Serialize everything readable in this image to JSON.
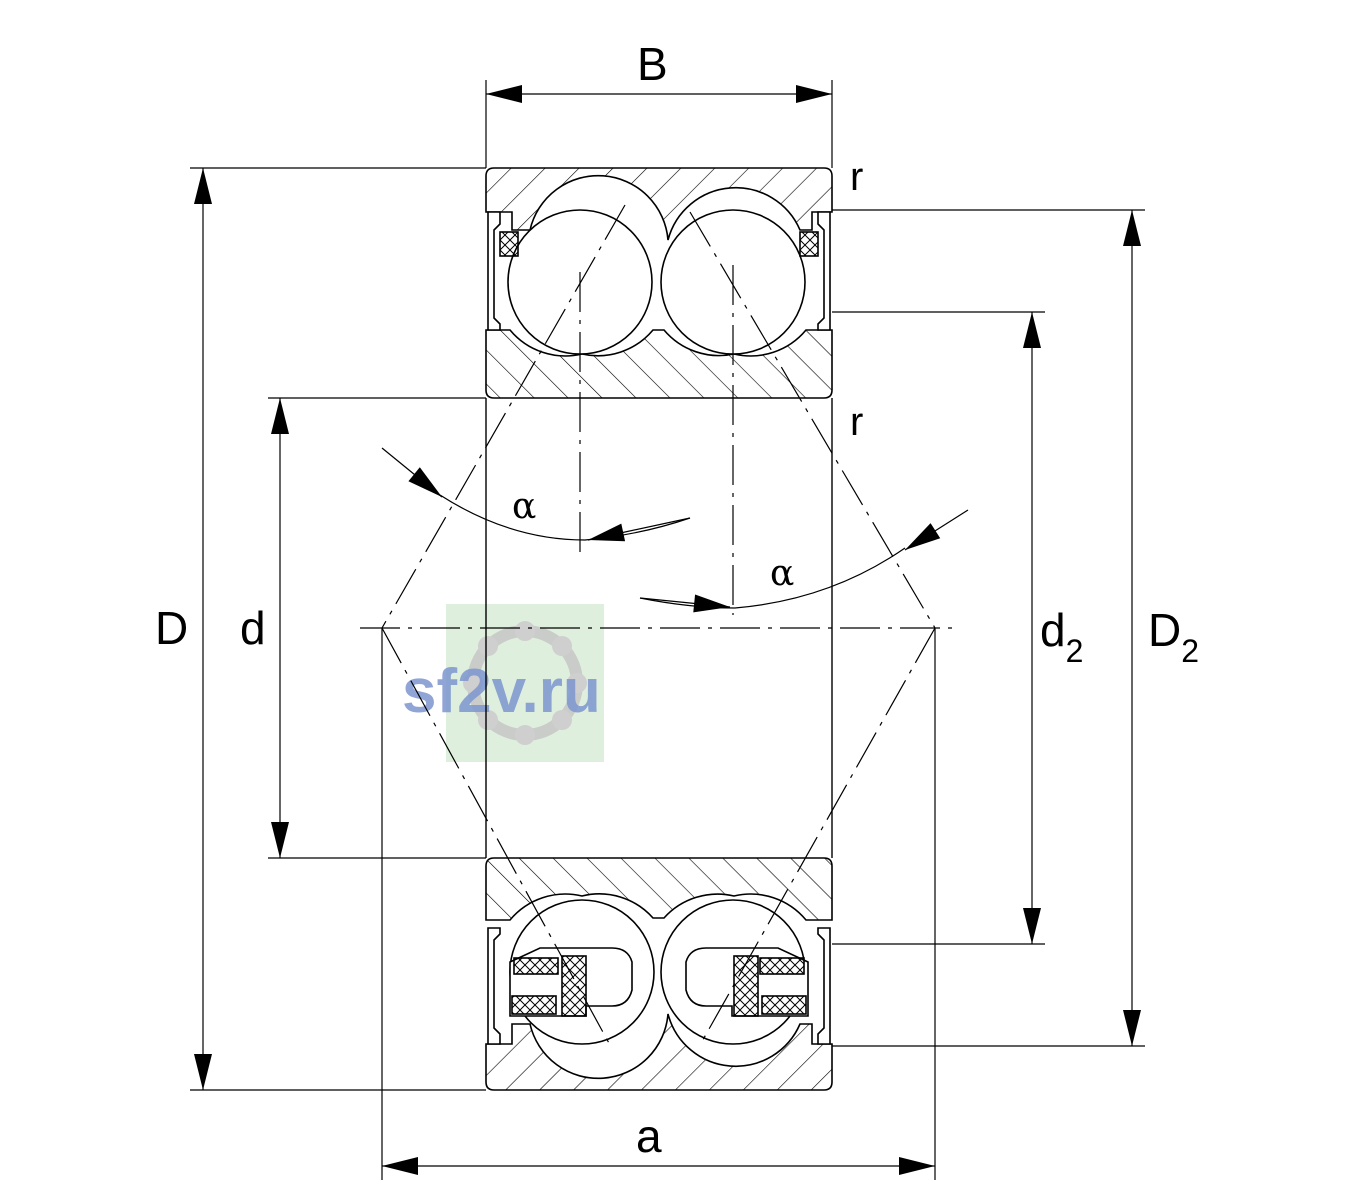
{
  "labels": {
    "width": "B",
    "outer_diameter": "D",
    "bore_diameter": "d",
    "inner_ring_shoulder": "d",
    "inner_ring_shoulder_sub": "2",
    "outer_ring_shoulder": "D",
    "outer_ring_shoulder_sub": "2",
    "pressure_point_distance": "a",
    "chamfer_top": "r",
    "chamfer_inner": "r",
    "contact_angle_left": "α",
    "contact_angle_right": "α"
  },
  "watermark": {
    "text": "sf2v.ru",
    "color": "#7d96cf",
    "background": "#d9ecd7"
  },
  "colors": {
    "line": "#000000",
    "background": "#ffffff"
  }
}
